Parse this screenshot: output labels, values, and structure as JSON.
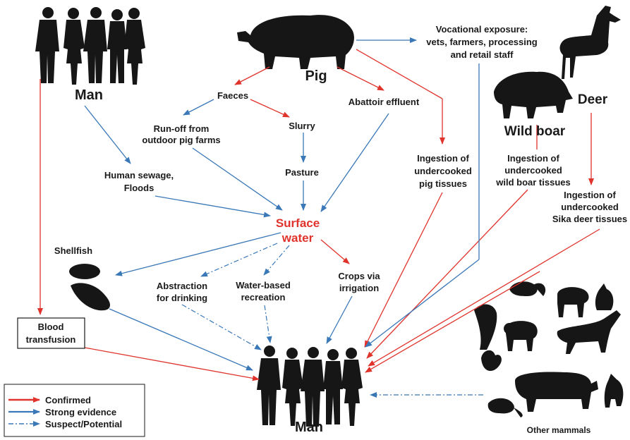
{
  "nodes": {
    "man_top": "Man",
    "pig": "Pig",
    "deer": "Deer",
    "wild_boar": "Wild boar",
    "vocational": [
      "Vocational exposure:",
      "vets, farmers, processing",
      "and retail staff"
    ],
    "faeces": "Faeces",
    "abattoir": "Abattoir effluent",
    "runoff": [
      "Run-off from",
      "outdoor pig farms"
    ],
    "slurry": "Slurry",
    "pasture": "Pasture",
    "sewage": [
      "Human sewage,",
      "Floods"
    ],
    "surface_water": [
      "Surface",
      "water"
    ],
    "ingest_pig": [
      "Ingestion of",
      "undercooked",
      "pig tissues"
    ],
    "ingest_boar": [
      "Ingestion of",
      "undercooked",
      "wild boar tissues"
    ],
    "ingest_deer": [
      "Ingestion of",
      "undercooked",
      "Sika deer tissues"
    ],
    "shellfish": "Shellfish",
    "abstraction": [
      "Abstraction",
      "for drinking"
    ],
    "recreation": [
      "Water-based",
      "recreation"
    ],
    "crops": [
      "Crops via",
      "irrigation"
    ],
    "blood": [
      "Blood",
      "transfusion"
    ],
    "man_bottom": "Man",
    "other_mammals": "Other mammals"
  },
  "legend": {
    "confirmed": "Confirmed",
    "strong": "Strong evidence",
    "suspect": "Suspect/Potential"
  },
  "colors": {
    "confirmed": "#e0332c",
    "strong": "#3a78b8",
    "surface_water_text": "#e0332c"
  }
}
